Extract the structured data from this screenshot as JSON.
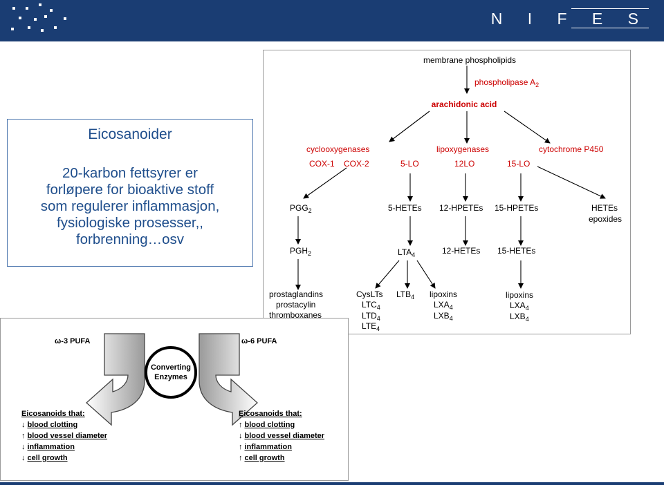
{
  "header": {
    "brand": "N I F E S",
    "colors": {
      "bar": "#1a3d73",
      "title": "#1f4e8c",
      "red": "#cc0000"
    }
  },
  "title_box": {
    "title": "Eicosanoider",
    "lines": [
      "20-karbon fettsyrer er",
      "forløpere for bioaktive stoff",
      "som regulerer inflammasjon,",
      "fysiologiske prosesser,,",
      "forbrenning…osv"
    ]
  },
  "pathway": {
    "top": "membrane phospholipids",
    "enzyme_a2": "phospholipase A",
    "enzyme_a2_sub": "2",
    "center": "arachidonic acid",
    "cyclooxygenases": "cyclooxygenases",
    "cox1": "COX-1",
    "cox2": "COX-2",
    "lo5": "5-LO",
    "lipoxygenases": "lipoxygenases",
    "lo12": "12LO",
    "lo15": "15-LO",
    "p450": "cytochrome P450",
    "pgg": "PGG",
    "pgg_sub": "2",
    "pgh": "PGH",
    "pgh_sub": "2",
    "prostaglandins": "prostaglandins",
    "prostacylin": "prostacylin",
    "thromboxanes": "thromboxanes",
    "hetes5": "5-HETEs",
    "lta": "LTA",
    "lta_sub": "4",
    "cyslts": "CysLTs",
    "ltc": "LTC",
    "ltc_sub": "4",
    "ltd": "LTD",
    "ltd_sub": "4",
    "lte": "LTE",
    "lte_sub": "4",
    "ltb": "LTB",
    "ltb_sub": "4",
    "lipoxins_a": "lipoxins",
    "lxa_a": "LXA",
    "lxa_a_sub": "4",
    "lxb_a": "LXB",
    "lxb_a_sub": "4",
    "hpetes12": "12-HPETEs",
    "hetes12": "12-HETEs",
    "hpetes15": "15-HPETEs",
    "hetes15": "15-HETEs",
    "lipoxins_b": "lipoxins",
    "lxa_b": "LXA",
    "lxa_b_sub": "4",
    "lxb_b": "LXB",
    "lxb_b_sub": "4",
    "hetes_p450": "HETEs",
    "epoxides": "epoxides"
  },
  "pufa": {
    "omega3": "ω-3 PUFA",
    "omega6": "ω-6 PUFA",
    "center_l1": "Converting",
    "center_l2": "Enzymes",
    "left_heading": "Eicosanoids that:",
    "right_heading": "Eicosanoids that:",
    "left_items": [
      {
        "arrow": "↓",
        "label": "blood clotting"
      },
      {
        "arrow": "↑",
        "label": "blood vessel diameter"
      },
      {
        "arrow": "↓",
        "label": "inflammation"
      },
      {
        "arrow": "↓",
        "label": "cell growth"
      }
    ],
    "right_items": [
      {
        "arrow": "↑",
        "label": "blood clotting"
      },
      {
        "arrow": "↓",
        "label": "blood vessel diameter"
      },
      {
        "arrow": "↑",
        "label": "inflammation"
      },
      {
        "arrow": "↑",
        "label": "cell growth"
      }
    ]
  }
}
